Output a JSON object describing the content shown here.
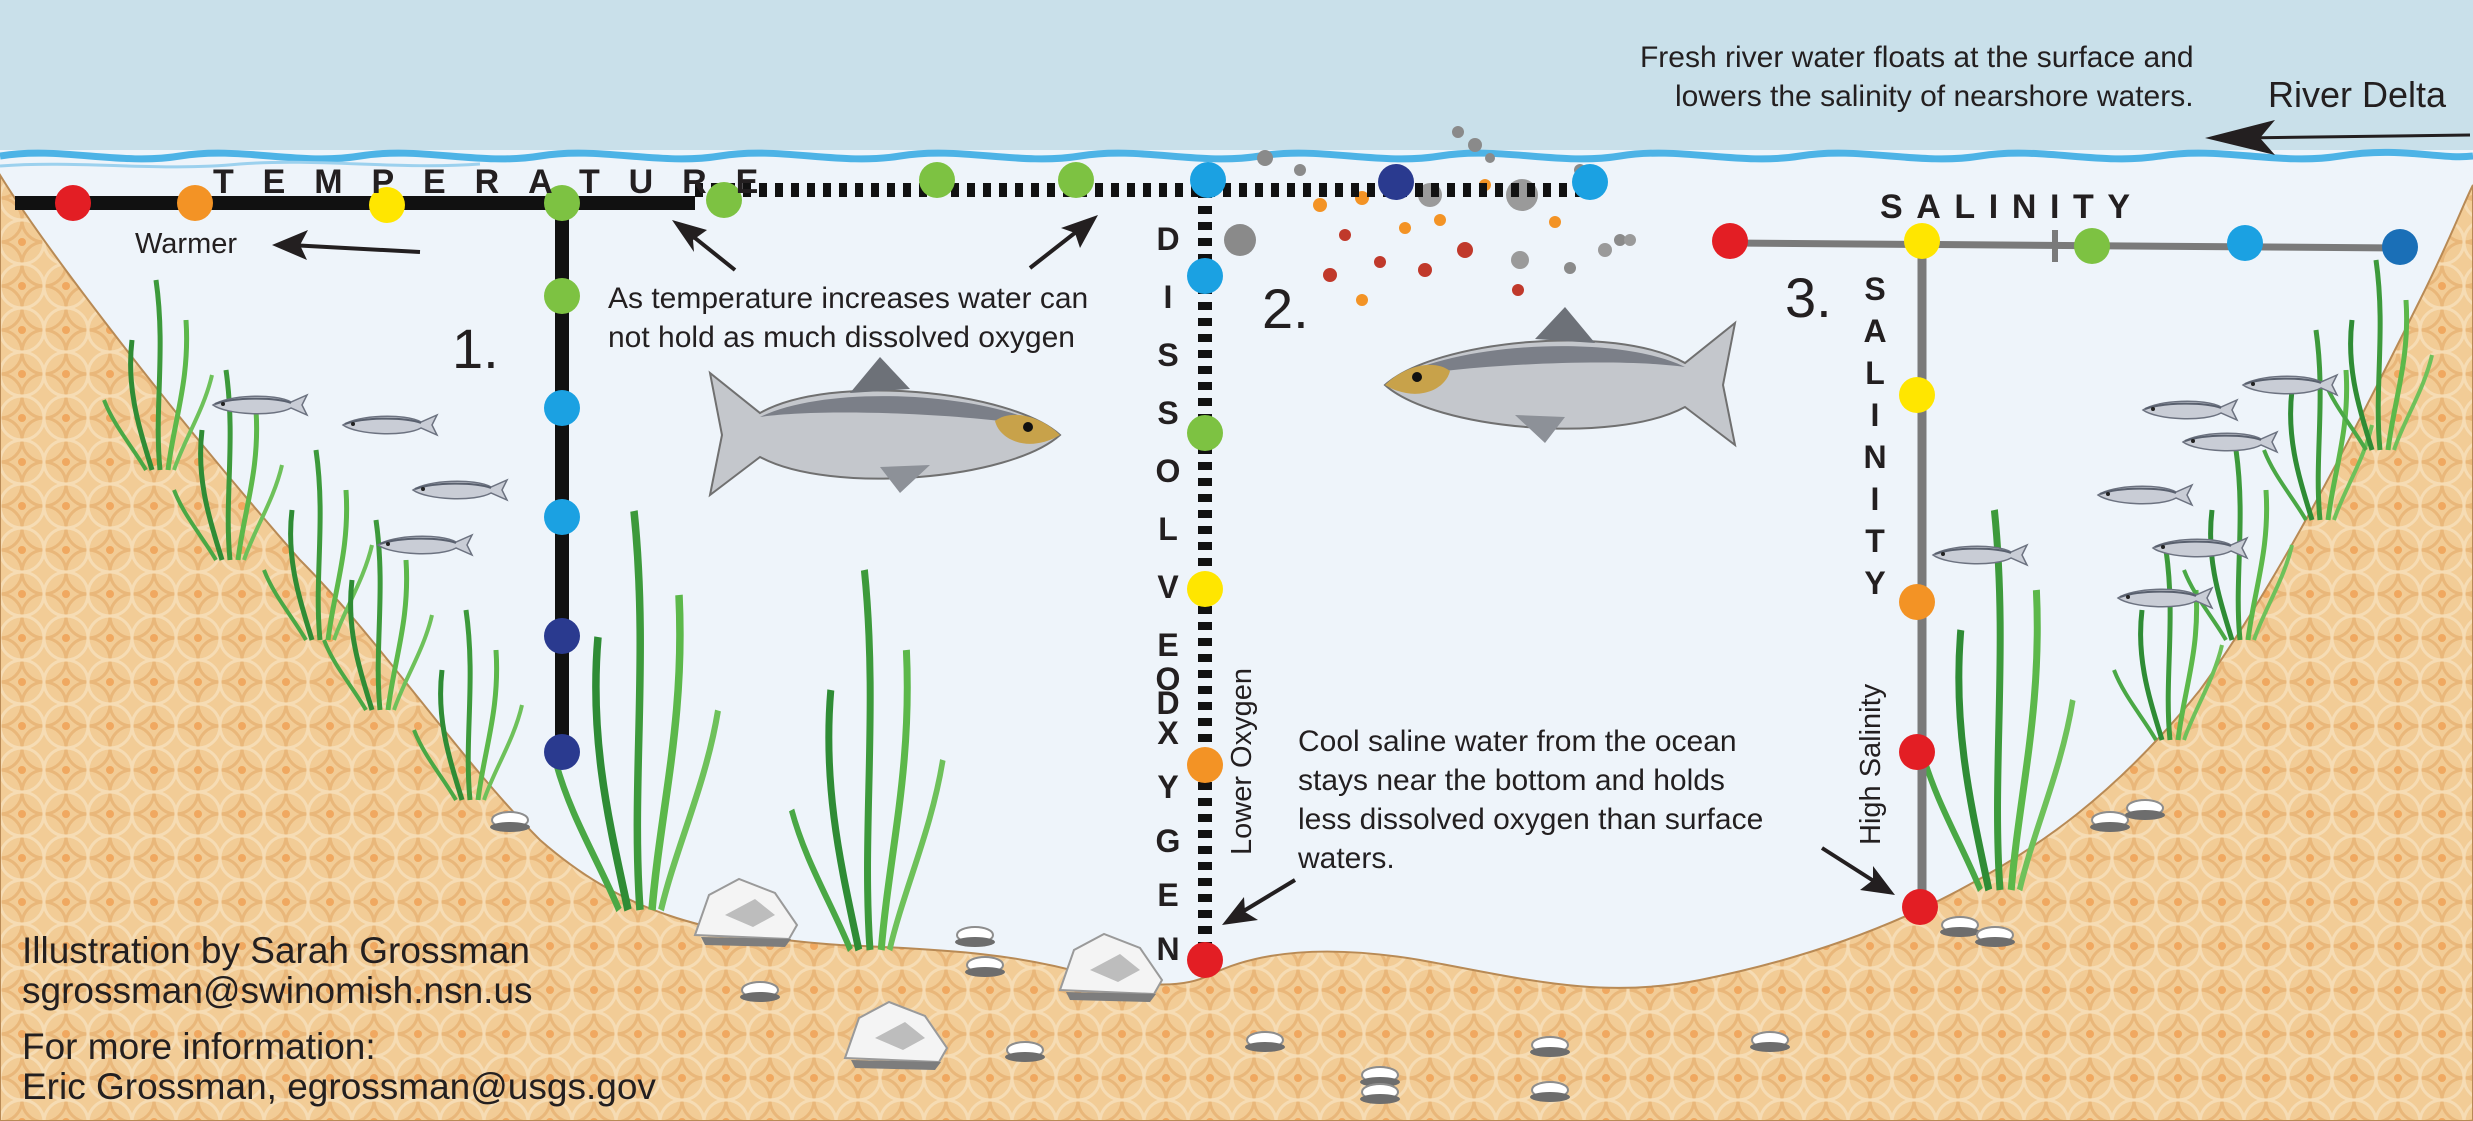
{
  "annotations": {
    "river_note_line1": "Fresh river water floats at the surface and",
    "river_note_line2": "lowers the salinity of nearshore waters.",
    "river_delta": "River Delta",
    "temperature_title": "TEMPERATURE",
    "warmer": "Warmer",
    "temp_note_line1": "As temperature increases water can",
    "temp_note_line2": "not hold as much dissolved oxygen",
    "num1": "1.",
    "num2": "2.",
    "num3": "3.",
    "dissolved": "DISSOLVED",
    "oxygen": "OXYGEN",
    "lower_oxygen": "Lower Oxygen",
    "salinity_title": "SALINITY",
    "salinity_vertical": "SALINITY",
    "high_salinity": "High Salinity",
    "bottom_note_line1": "Cool saline water from the ocean",
    "bottom_note_line2": "stays near the bottom and holds",
    "bottom_note_line3": "less dissolved oxygen than surface",
    "bottom_note_line4": "waters.",
    "credit_line1": "Illustration by Sarah Grossman",
    "credit_line2": "sgrossman@swinomish.nsn.us",
    "credit_line3": "For more information:",
    "credit_line4": "Eric Grossman, egrossman@usgs.gov"
  },
  "colors": {
    "sky": "#c9e0ea",
    "water": "#eef4fa",
    "wave": "#4db3e6",
    "sediment": "#f0c890",
    "sediment_pattern": "#e8b070",
    "red": "#e31e24",
    "orange": "#f39325",
    "yellow": "#ffe600",
    "green": "#7dc242",
    "light_blue": "#1ba1e2",
    "dark_blue": "#2a3a8f",
    "mid_blue": "#1a6fb7",
    "bar_black": "#111111",
    "bar_gray": "#7a7a7a"
  }
}
